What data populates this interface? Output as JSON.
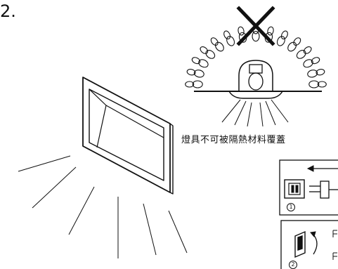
{
  "step_number": "2.",
  "warning": {
    "caption": "燈具不可被隔熱材料覆蓋"
  },
  "panels": [
    {
      "step_label": "1"
    },
    {
      "step_label": "2"
    }
  ],
  "colors": {
    "line": "#111111",
    "background": "#ffffff"
  }
}
